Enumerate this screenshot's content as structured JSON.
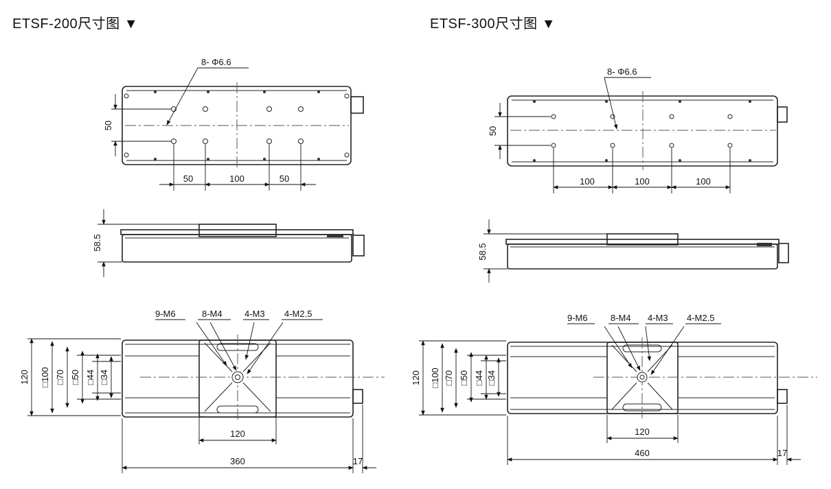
{
  "titles": {
    "left": "ETSF-200尺寸图 ▼",
    "right": "ETSF-300尺寸图 ▼"
  },
  "etsf200": {
    "top": {
      "hole_label": "8- Φ6.6",
      "dim_50": "50",
      "spacing": [
        "50",
        "100",
        "50"
      ]
    },
    "side": {
      "height": "58.5"
    },
    "bottom": {
      "callouts": [
        "9-M6",
        "8-M4",
        "4-M3",
        "4-M2.5"
      ],
      "verticals": [
        "120",
        "□100",
        "□70",
        "□50",
        "□44",
        "□34"
      ],
      "width_120": "120",
      "length": "360",
      "motor": "17"
    }
  },
  "etsf300": {
    "top": {
      "hole_label": "8- Φ6.6",
      "dim_50": "50",
      "spacing": [
        "100",
        "100",
        "100"
      ]
    },
    "side": {
      "height": "58.5"
    },
    "bottom": {
      "callouts": [
        "9-M6",
        "8-M4",
        "4-M3",
        "4-M2.5"
      ],
      "verticals": [
        "120",
        "□100",
        "□70",
        "□50",
        "□44",
        "□34"
      ],
      "width_120": "120",
      "length": "460",
      "motor": "17"
    }
  }
}
